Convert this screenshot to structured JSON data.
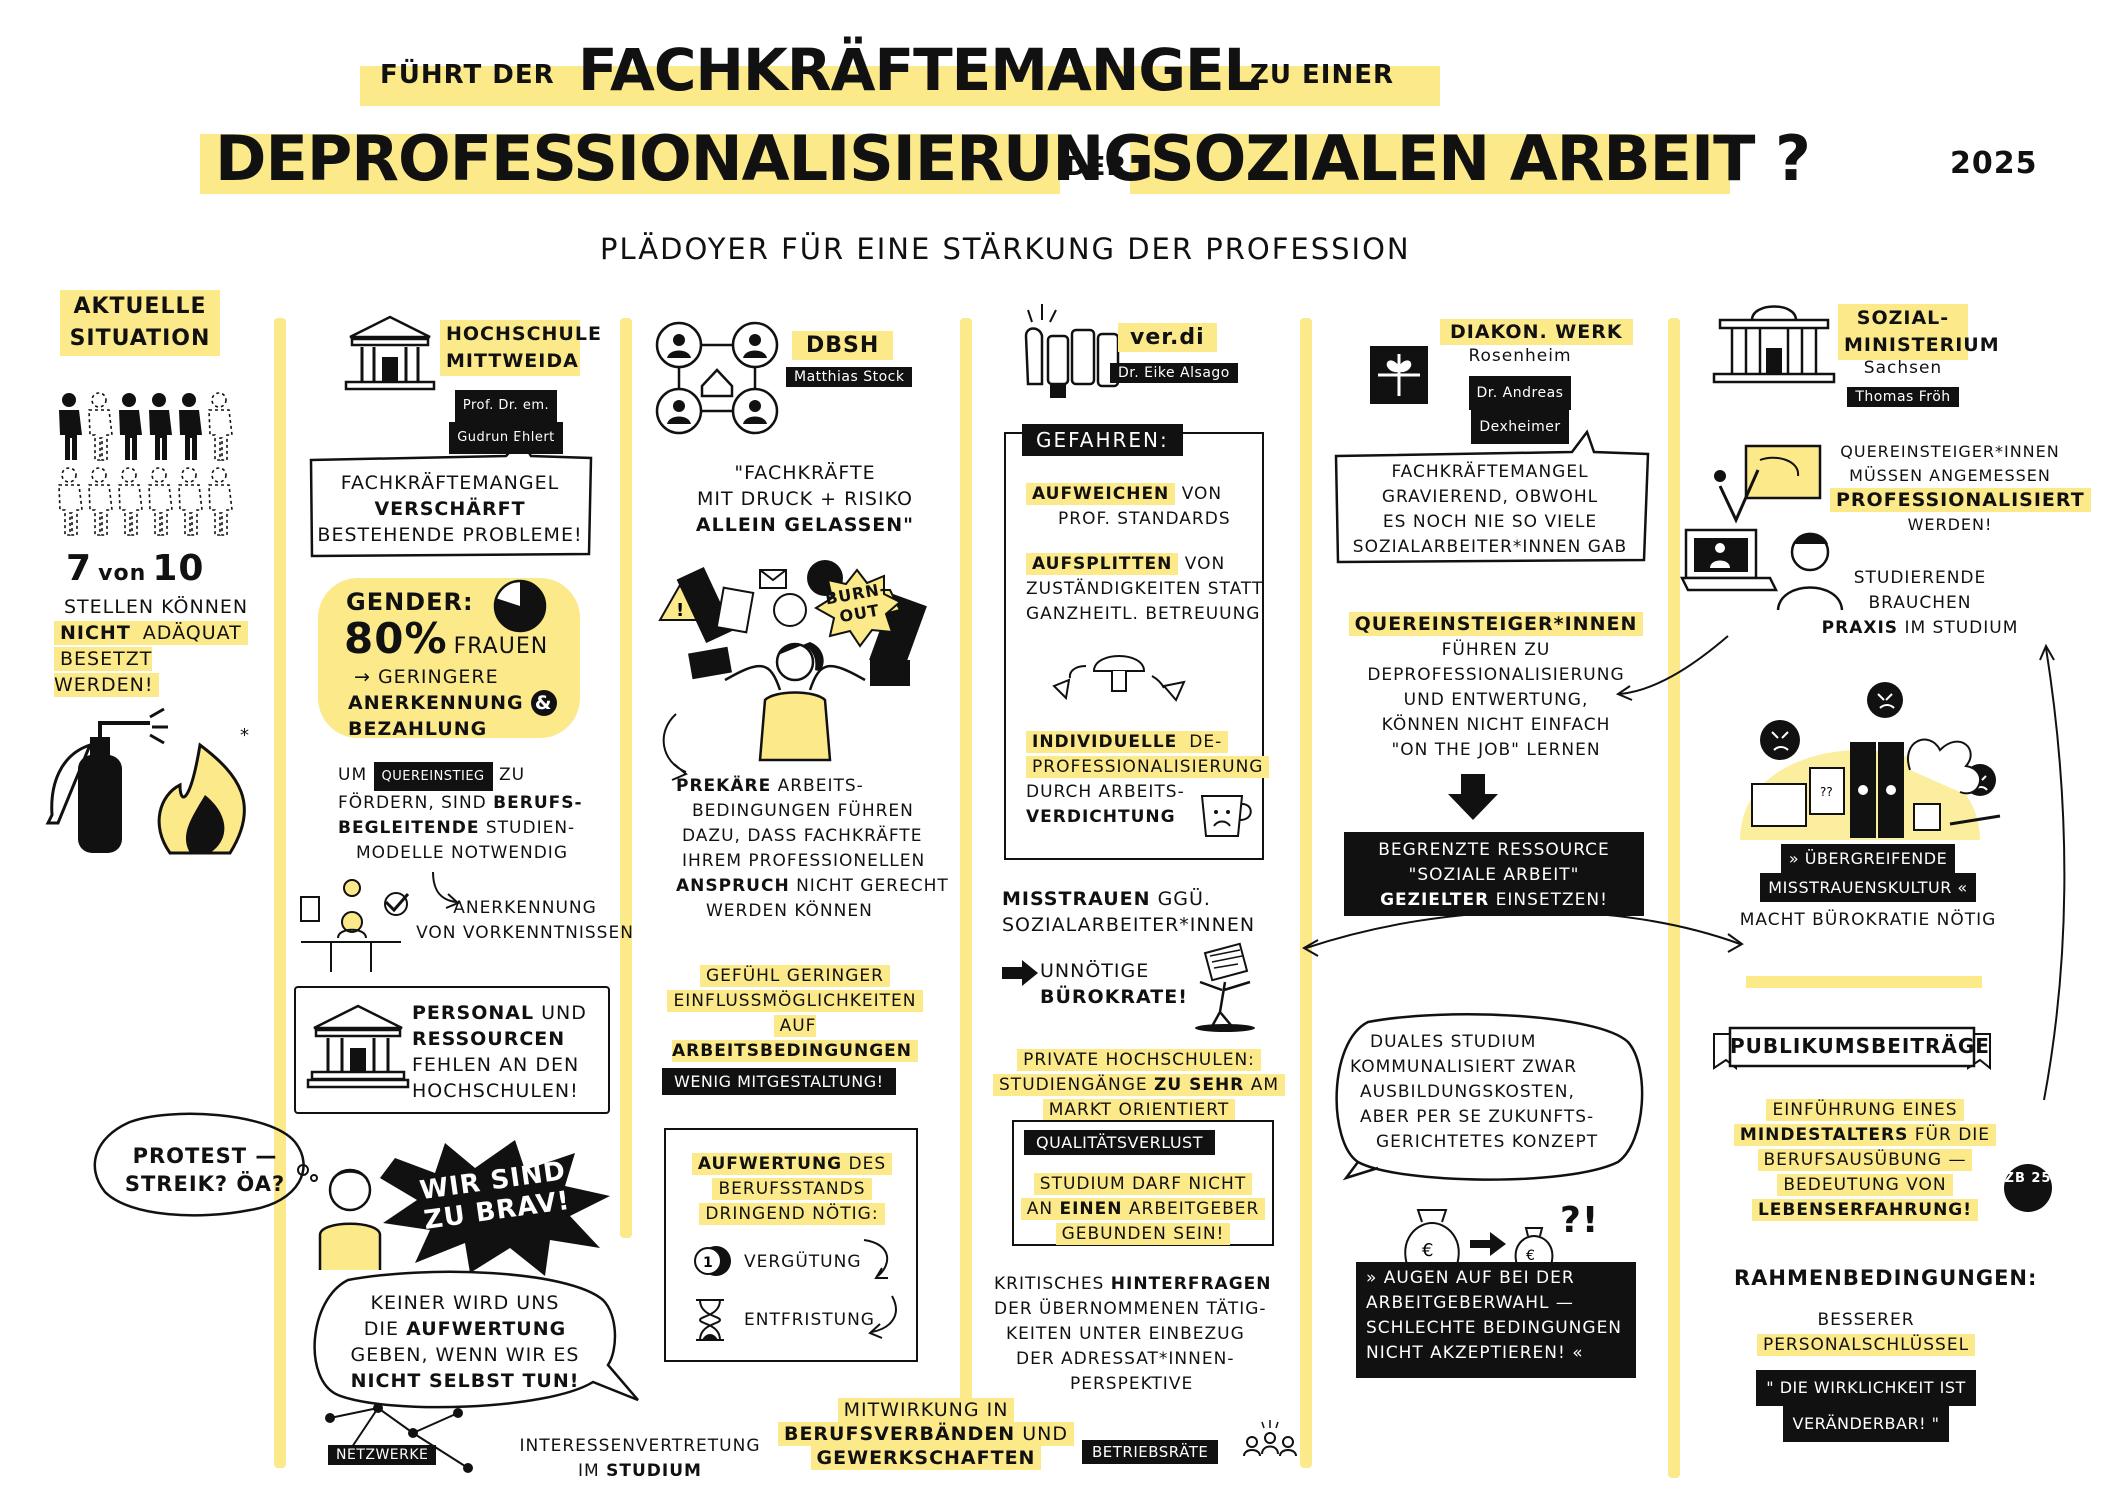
{
  "header": {
    "line1_pre": "FÜHRT DER",
    "line1_main": "FACHKRÄFTEMANGEL",
    "line1_post": "ZU EINER",
    "line2_main": "DEPROFESSIONALISIERUNG",
    "line2_mid": "DER",
    "line2_end": "SOZIALEN ARBEIT ?",
    "subtitle": "PLÄDOYER FÜR EINE STÄRKUNG DER PROFESSION",
    "year": "2025"
  },
  "col1": {
    "heading": "AKTUELLE SITUATION",
    "stat_prefix": "7",
    "stat_von": "von",
    "stat_total": "10",
    "stat_line1": "STELLEN KÖNNEN",
    "stat_line2_b": "NICHT",
    "stat_line2": "ADÄQUAT",
    "stat_line3": "BESETZT WERDEN!",
    "protest": "PROTEST — STREIK? ÖA?",
    "brav": "WIR SIND ZU BRAV!",
    "quote_l1": "KEINER WIRD UNS",
    "quote_l2a": "DIE",
    "quote_l2b": "AUFWERTUNG",
    "quote_l3": "GEBEN, WENN WIR ES",
    "quote_l4": "NICHT SELBST TUN!",
    "network_tag": "NETZWERKE",
    "interest_l1": "INTERESSENVERTRETUNG",
    "interest_l2a": "IM",
    "interest_l2b": "STUDIUM"
  },
  "col2": {
    "org": "HOCHSCHULE MITTWEIDA",
    "person_l1": "Prof. Dr. em.",
    "person_l2": "Gudrun Ehlert",
    "bubble_l1": "FACHKRÄFTEMANGEL",
    "bubble_l2": "VERSCHÄRFT",
    "bubble_l3": "BESTEHENDE PROBLEME!",
    "gender_label": "GENDER:",
    "gender_value": "80%",
    "gender_unit": "FRAUEN",
    "gender_l2": "→ GERINGERE",
    "gender_l3": "ANERKENNUNG",
    "gender_amp": "&",
    "gender_l4": "BEZAHLUNG",
    "quer_pre": "UM",
    "quer_tag": "QUEREINSTIEG",
    "quer_post": "ZU",
    "quer_l2a": "FÖRDERN, SIND",
    "quer_l2b": "BERUFS-",
    "quer_l3a": "BEGLEITENDE",
    "quer_l3b": "STUDIEN-",
    "quer_l4": "MODELLE NOTWENDIG",
    "anerkenn_l1": "ANERKENNUNG",
    "anerkenn_l2": "VON VORKENNTNISSEN",
    "personal_l1a": "PERSONAL",
    "personal_l1b": "UND",
    "personal_l2": "RESSOURCEN",
    "personal_l3": "FEHLEN AN DEN",
    "personal_l4": "HOCHSCHULEN!",
    "pie_fraction": 0.8
  },
  "col3": {
    "org": "DBSH",
    "person": "Matthias Stock",
    "quote_l1": "\"FACHKRÄFTE",
    "quote_l2": "MIT DRUCK + RISIKO",
    "quote_l3": "ALLEIN GELASSEN\"",
    "burnout": "BURN- OUT",
    "prek_l1a": "PREKÄRE",
    "prek_l1b": "ARBEITS-",
    "prek_l2": "BEDINGUNGEN FÜHREN",
    "prek_l3": "DAZU, DASS FACHKRÄFTE",
    "prek_l4": "IHREM PROFESSIONELLEN",
    "prek_l5a": "ANSPRUCH",
    "prek_l5b": "NICHT GERECHT",
    "prek_l6": "WERDEN KÖNNEN",
    "gef_l1": "GEFÜHL GERINGER",
    "gef_l2": "EINFLUSSMÖGLICHKEITEN",
    "gef_l3a": "AUF",
    "gef_l3b": "ARBEITSBEDINGUNGEN",
    "mitgest": "WENIG MITGESTALTUNG!",
    "aufw_l1a": "AUFWERTUNG",
    "aufw_l1b": "DES",
    "aufw_l2": "BERUFSSTANDS",
    "aufw_l3": "DRINGEND NÖTIG:",
    "verguetung": "VERGÜTUNG",
    "entfristung": "ENTFRISTUNG",
    "mitw_l1": "MITWIRKUNG IN",
    "mitw_l2a": "BERUFSVERBÄNDEN",
    "mitw_l2b": "UND",
    "mitw_l3": "GEWERKSCHAFTEN"
  },
  "col4": {
    "org": "ver.di",
    "person": "Dr. Eike Alsago",
    "gef_title": "GEFAHREN:",
    "g1a": "AUFWEICHEN",
    "g1b": "VON",
    "g1c": "PROF. STANDARDS",
    "g2a": "AUFSPLITTEN",
    "g2b": "VON",
    "g2c": "ZUSTÄNDIGKEITEN STATT",
    "g2d": "GANZHEITL. BETREUUNG",
    "g3a": "INDIVIDUELLE",
    "g3b": "DE-",
    "g3c": "PROFESSIONALISIERUNG",
    "g3d": "DURCH ARBEITS-",
    "g3e": "VERDICHTUNG",
    "miss_l1a": "MISSTRAUEN",
    "miss_l1b": "GGÜ.",
    "miss_l2": "SOZIALARBEITER*INNEN",
    "unn": "UNNÖTIGE",
    "buero": "BÜROKRATE!",
    "priv_l1": "PRIVATE HOCHSCHULEN:",
    "priv_l2a": "STUDIENGÄNGE",
    "priv_l2b": "ZU SEHR",
    "priv_l2c": "AM",
    "priv_l3": "MARKT ORIENTIERT",
    "quali": "QUALITÄTSVERLUST",
    "stud_l1": "STUDIUM DARF NICHT",
    "stud_l2a": "AN",
    "stud_l2b": "EINEN",
    "stud_l2c": "ARBEITGEBER",
    "stud_l3": "GEBUNDEN SEIN!",
    "krit_l1a": "KRITISCHES",
    "krit_l1b": "HINTERFRAGEN",
    "krit_l2": "DER ÜBERNOMMENEN TÄTIG-",
    "krit_l3": "KEITEN UNTER EINBEZUG",
    "krit_l4": "DER ADRESSAT*INNEN-",
    "krit_l5": "PERSPEKTIVE",
    "betrieb": "BETRIEBSRÄTE"
  },
  "col5": {
    "org": "DIAKON. WERK",
    "org_sub": "Rosenheim",
    "person_l1": "Dr. Andreas",
    "person_l2": "Dexheimer",
    "bub_l1": "FACHKRÄFTEMANGEL",
    "bub_l2": "GRAVIEREND, OBWOHL",
    "bub_l3": "ES NOCH NIE SO VIELE",
    "bub_l4": "SOZIALARBEITER*INNEN GAB",
    "quer_l1": "QUEREINSTEIGER*INNEN",
    "quer_l2": "FÜHREN ZU",
    "quer_l3": "DEPROFESSIONALISIERUNG",
    "quer_l4": "UND ENTWERTUNG,",
    "quer_l5": "KÖNNEN NICHT EINFACH",
    "quer_l6": "\"ON THE JOB\" LERNEN",
    "res_l1": "BEGRENZTE RESSOURCE",
    "res_l2": "\"SOZIALE ARBEIT\"",
    "res_l3a": "GEZIELTER",
    "res_l3b": "EINSETZEN!",
    "dual_l1": "DUALES STUDIUM",
    "dual_l2": "KOMMUNALISIERT ZWAR",
    "dual_l3": "AUSBILDUNGSKOSTEN,",
    "dual_l4": "ABER PER SE ZUKUNFTS-",
    "dual_l5": "GERICHTETES KONZEPT",
    "money_q": "?!",
    "aug_l1": "» AUGEN AUF BEI DER",
    "aug_l2": "ARBEITGEBERWAHL —",
    "aug_l3": "SCHLECHTE BEDINGUNGEN",
    "aug_l4": "NICHT AKZEPTIEREN! «"
  },
  "col6": {
    "org": "SOZIAL-MINISTERIUM",
    "org_sub": "Sachsen",
    "person": "Thomas Fröh",
    "q_l1": "QUEREINSTEIGER*INNEN",
    "q_l2": "MÜSSEN ANGEMESSEN",
    "q_l3": "PROFESSIONALISIERT",
    "q_l4": "WERDEN!",
    "s_l1": "STUDIERENDE",
    "s_l2": "BRAUCHEN",
    "s_l3a": "PRAXIS",
    "s_l3b": "IM STUDIUM",
    "ueb_l1": "» ÜBERGREIFENDE",
    "ueb_l2": "MISSTRAUENSKULTUR «",
    "ueb_l3": "MACHT BÜROKRATIE NÖTIG",
    "pub_title": "PUBLIKUMSBEITRÄGE",
    "p_l1": "EINFÜHRUNG EINES",
    "p_l2a": "MINDESTALTERS",
    "p_l2b": "FÜR DIE",
    "p_l3": "BERUFSAUSÜBUNG —",
    "p_l4": "BEDEUTUNG VON",
    "p_l5": "LEBENSERFAHRUNG!",
    "zb": "ZB 25",
    "rahmen": "RAHMENBEDINGUNGEN:",
    "bess_l1": "BESSERER",
    "bess_l2": "PERSONALSCHLÜSSEL",
    "wirk_l1": "\" DIE WIRKLICHKEIT IST",
    "wirk_l2": "VERÄNDERBAR! \""
  },
  "colors": {
    "highlight": "#fbe98a",
    "ink": "#111111",
    "paper": "#ffffff"
  }
}
